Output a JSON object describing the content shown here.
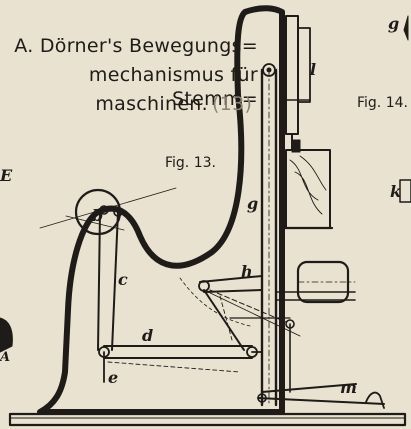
{
  "plate": {
    "title_line1": "A. Dörner's Bewegungs=",
    "title_line2": "mechanismus für Stemm=",
    "title_line3": "maschinen.",
    "title_ref": "(13)",
    "fig13_label": "Fig. 13.",
    "fig14_label": "Fig. 14."
  },
  "part_letters": {
    "b": "b",
    "c": "c",
    "d": "d",
    "e": "e",
    "g": "g",
    "h": "h",
    "l": "l",
    "m": "m"
  },
  "edge_letters": {
    "top_right": "g",
    "left_middle": "E",
    "right_middle": "k",
    "left_bottom": "A"
  },
  "colors": {
    "paper": "#e9e2d0",
    "ink": "#1e1b18",
    "title_ref": "#8a8073"
  }
}
